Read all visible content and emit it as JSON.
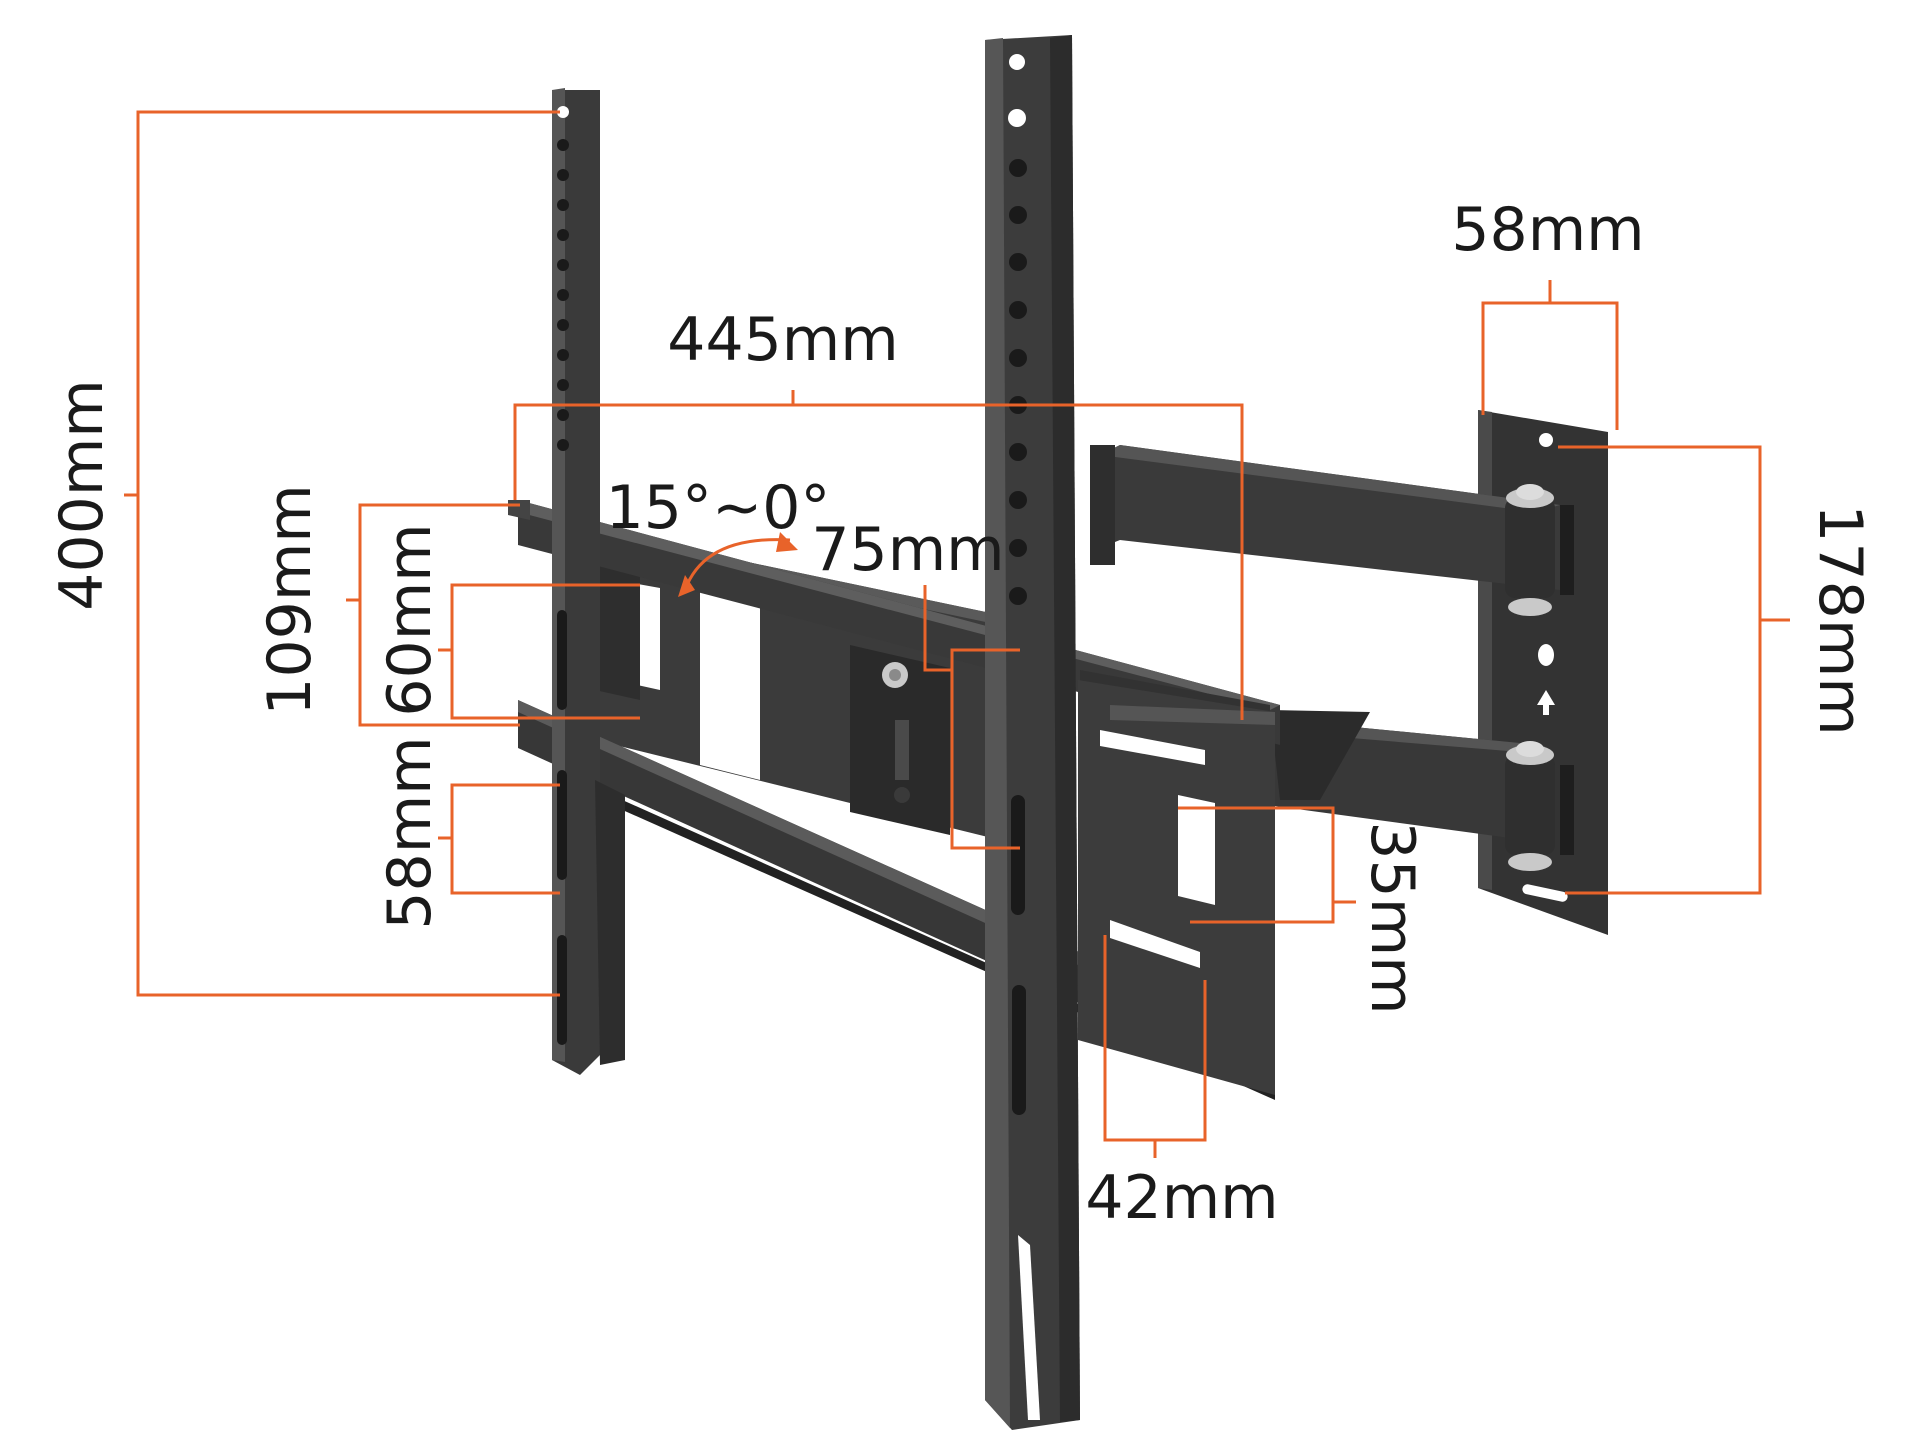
{
  "colors": {
    "dimension_line": "#e8632a",
    "metal": "#3e3e3e",
    "metal_dark": "#242424",
    "metal_light": "#5a5a5a",
    "hole": "#ffffff",
    "bolt": "#c9c9c9",
    "text": "#1a1a1a"
  },
  "dimensions": {
    "overall_height": "400mm",
    "rail_width": "445mm",
    "arm_span": "109mm",
    "slot_spacing_upper": "60mm",
    "slot_spacing_lower": "58mm",
    "tilt_range": "15°~0°",
    "pivot_offset": "75mm",
    "wall_plate_width": "58mm",
    "wall_plate_height": "178mm",
    "arm_depth": "35mm",
    "rail_slot_width": "42mm"
  }
}
